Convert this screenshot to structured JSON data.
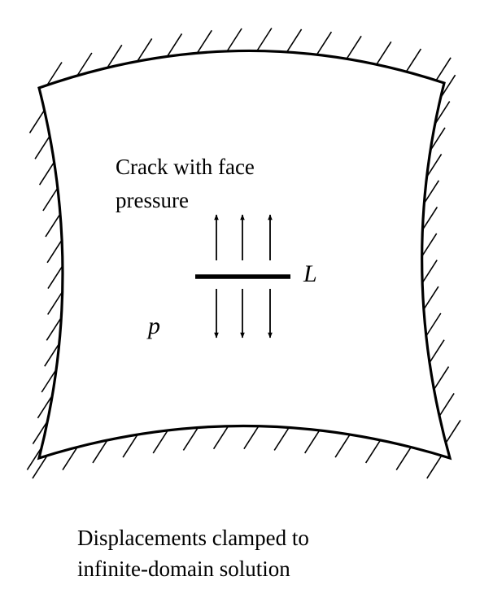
{
  "diagram": {
    "crack_label_line1": "Crack with face",
    "crack_label_line2": "pressure",
    "length_symbol": "L",
    "pressure_symbol": "p",
    "caption_line1": "Displacements clamped to",
    "caption_line2": "infinite-domain solution"
  },
  "colors": {
    "ink": "#000000",
    "background": "#ffffff"
  }
}
